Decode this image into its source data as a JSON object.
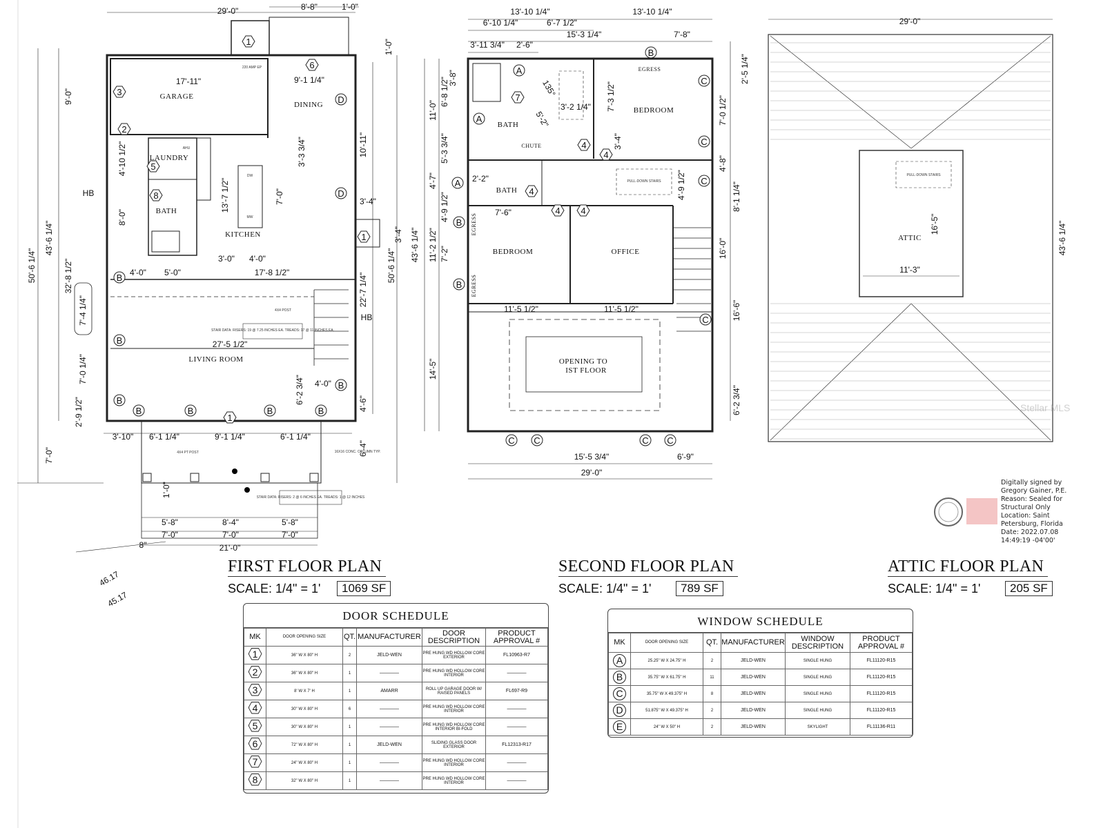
{
  "first_floor": {
    "title": "FIRST FLOOR PLAN",
    "scale": "SCALE: 1/4\" = 1'",
    "area": "1069 SF",
    "rooms": [
      "GARAGE",
      "DINING",
      "LAUNDRY",
      "BATH",
      "KITCHEN",
      "LIVING ROOM"
    ],
    "dims": [
      "29'-0\"",
      "8'-8\"",
      "1'-0\"",
      "1'-0\"",
      "17'-11\"",
      "9'-1 1/4\"",
      "9'-0\"",
      "43'-6 1/4\"",
      "50'-6 1/4\"",
      "32'-8 1/2\"",
      "7'-4 1/4\"",
      "7'-0 1/4\"",
      "2'-9 1/2\"",
      "7'-0\"",
      "HB",
      "4'-10 1/2\"",
      "8'-0\"",
      "3'-3 3/4\"",
      "10'-11\"",
      "13'-7 1/2\"",
      "7'-0\"",
      "3'-4\"",
      "3'-4\"",
      "50'-6 1/4\"",
      "3'-0\"",
      "4'-0\"",
      "4'-0\"",
      "5'-0\"",
      "17'-8 1/2\"",
      "22'-7 1/4\"",
      "HB",
      "27'-5 1/2\"",
      "6'-2 3/4\"",
      "4'-0\"",
      "4'-6\"",
      "3'-10\"",
      "6'-1 1/4\"",
      "9'-1 1/4\"",
      "6'-1 1/4\"",
      "6'-4\"",
      "1'-0\"",
      "5'-8\"",
      "8'-4\"",
      "5'-8\"",
      "7'-0\"",
      "7'-0\"",
      "7'-0\"",
      "21'-0\"",
      "8\"",
      "46.17",
      "45.17"
    ],
    "notes": [
      "220 AMP EP",
      "AHU",
      "DW",
      "MW",
      "4X4 POST",
      "STAIR DATA: RISERS: 19 @ 7.25 INCHES EA. TREADS: 17 @ 11 INCHES EA.",
      "4X4 PT POST",
      "16X16 CONC. COLUMN TYP.",
      "STAIR DATA: RISERS: 2 @ 6 INCHES EA. TREADS: 1 @ 12 INCHES"
    ],
    "markers": [
      "1",
      "6",
      "3",
      "2",
      "5",
      "8",
      "1",
      "1",
      "D",
      "D",
      "B",
      "B",
      "B",
      "B",
      "B",
      "B",
      "B",
      "B"
    ]
  },
  "second_floor": {
    "title": "SECOND FLOOR PLAN",
    "scale": "SCALE: 1/4\" = 1'",
    "area": "789 SF",
    "rooms": [
      "EGRESS",
      "BEDROOM",
      "BATH",
      "CHUTE",
      "BATH",
      "BEDROOM",
      "OFFICE",
      "OPENING TO",
      "IST FLOOR",
      "EGRESS",
      "EGRESS"
    ],
    "dims": [
      "13'-10 1/4\"",
      "13'-10 1/4\"",
      "6'-10 1/4\"",
      "6'-7 1/2\"",
      "15'-3 1/4\"",
      "7'-8\"",
      "3'-11 3/4\"",
      "2'-6\"",
      "2'-5 1/4\"",
      "7'-3 1/2\"",
      "7'-0 1/2\"",
      "11'-0\"",
      "6'-8 1/2\"",
      "3'-8\"",
      "135°",
      "3'-2 1/4\"",
      "5'-2\"",
      "5'-3 3/4\"",
      "3'-4\"",
      "4'-8\"",
      "4'-7\"",
      "2'-2\"",
      "4'-9 1/2\"",
      "8'-1 1/4\"",
      "4'-9 1/2\"",
      "7'-6\"",
      "43'-6 1/4\"",
      "11'-2 1/2\"",
      "7'-2\"",
      "16'-0\"",
      "11'-5 1/2\"",
      "11'-5 1/2\"",
      "16'-6\"",
      "14'-5\"",
      "6'-2 3/4\"",
      "15'-5 3/4\"",
      "6'-9\"",
      "29'-0\""
    ],
    "notes": [
      "PULL-DOWN STAIRS"
    ],
    "markers": [
      "A",
      "B",
      "C",
      "C",
      "A",
      "7",
      "4",
      "4",
      "A",
      "4",
      "C",
      "4",
      "4",
      "B",
      "B",
      "C",
      "C",
      "C",
      "C",
      "C"
    ]
  },
  "attic": {
    "title": "ATTIC FLOOR PLAN",
    "scale": "SCALE: 1/4\" = 1'",
    "area": "205 SF",
    "room": "ATTIC",
    "dims": [
      "29'-0\"",
      "43'-6 1/4\"",
      "16'-5\"",
      "11'-3\""
    ],
    "notes": [
      "PULL-DOWN STAIRS"
    ]
  },
  "door_schedule": {
    "title": "DOOR SCHEDULE",
    "headers": [
      "MK",
      "DOOR OPENING SIZE",
      "QT.",
      "MANUFACTURER",
      "DOOR DESCRIPTION",
      "PRODUCT APPROVAL #"
    ],
    "rows": [
      {
        "mk": "1",
        "size": "36\" W X 80\" H",
        "qt": "2",
        "mfr": "JELD-WEN",
        "desc": "PRE HUNG WD HOLLOW CORE EXTERIOR",
        "approval": "FL10963-R7"
      },
      {
        "mk": "2",
        "size": "36\" W X 80\" H",
        "qt": "1",
        "mfr": "————",
        "desc": "PRE HUNG WD HOLLOW CORE INTERIOR",
        "approval": "————"
      },
      {
        "mk": "3",
        "size": "8' W X 7' H",
        "qt": "1",
        "mfr": "AMARR",
        "desc": "ROLL UP GARAGE DOOR W/ RAISED PANELS",
        "approval": "FL697-R9"
      },
      {
        "mk": "4",
        "size": "30\" W X 80\" H",
        "qt": "6",
        "mfr": "————",
        "desc": "PRE HUNG WD HOLLOW CORE INTERIOR",
        "approval": "————"
      },
      {
        "mk": "5",
        "size": "30\" W X 80\" H",
        "qt": "1",
        "mfr": "————",
        "desc": "PRE HUNG WD HOLLOW CORE INTERIOR BI-FOLD",
        "approval": "————"
      },
      {
        "mk": "6",
        "size": "72\" W X 80\" H",
        "qt": "1",
        "mfr": "JELD-WEN",
        "desc": "SLIDING GLASS DOOR EXTERIOR",
        "approval": "FL12313-R17"
      },
      {
        "mk": "7",
        "size": "24\" W X 80\" H",
        "qt": "1",
        "mfr": "————",
        "desc": "PRE HUNG WD HOLLOW CORE INTERIOR",
        "approval": "————"
      },
      {
        "mk": "8",
        "size": "32\" W X 80\" H",
        "qt": "1",
        "mfr": "————",
        "desc": "PRE HUNG WD HOLLOW CORE INTERIOR",
        "approval": "————"
      }
    ]
  },
  "window_schedule": {
    "title": "WINDOW SCHEDULE",
    "headers": [
      "MK",
      "DOOR OPENING SIZE",
      "QT.",
      "MANUFACTURER",
      "WINDOW DESCRIPTION",
      "PRODUCT APPROVAL #"
    ],
    "rows": [
      {
        "mk": "A",
        "size": "25.25\" W X 24.75\" H",
        "qt": "2",
        "mfr": "JELD-WEN",
        "desc": "SINGLE HUNG",
        "approval": "FL11120-R15"
      },
      {
        "mk": "B",
        "size": "35.75\" W X 61.75\" H",
        "qt": "11",
        "mfr": "JELD-WEN",
        "desc": "SINGLE HUNG",
        "approval": "FL11120-R15"
      },
      {
        "mk": "C",
        "size": "35.75\" W X 49.375\" H",
        "qt": "8",
        "mfr": "JELD-WEN",
        "desc": "SINGLE HUNG",
        "approval": "FL11120-R15"
      },
      {
        "mk": "D",
        "size": "51.875\" W X 49.375\" H",
        "qt": "2",
        "mfr": "JELD-WEN",
        "desc": "SINGLE HUNG",
        "approval": "FL11120-R15"
      },
      {
        "mk": "E",
        "size": "24\" W X 50\" H",
        "qt": "2",
        "mfr": "JELD-WEN",
        "desc": "SKYLIGHT",
        "approval": "FL11136-R11"
      }
    ]
  },
  "signature": {
    "lines": [
      "Digitally signed by",
      "Gregory Gainer, P.E.",
      "Reason: Sealed for",
      "Structural Only",
      "Location: Saint",
      "Petersburg, Florida",
      "Date: 2022.07.08",
      "14:49:19 -04'00'"
    ]
  },
  "watermark": "Stellar MLS",
  "colors": {
    "ink": "#111111",
    "seal_red": "#e05a5a"
  }
}
